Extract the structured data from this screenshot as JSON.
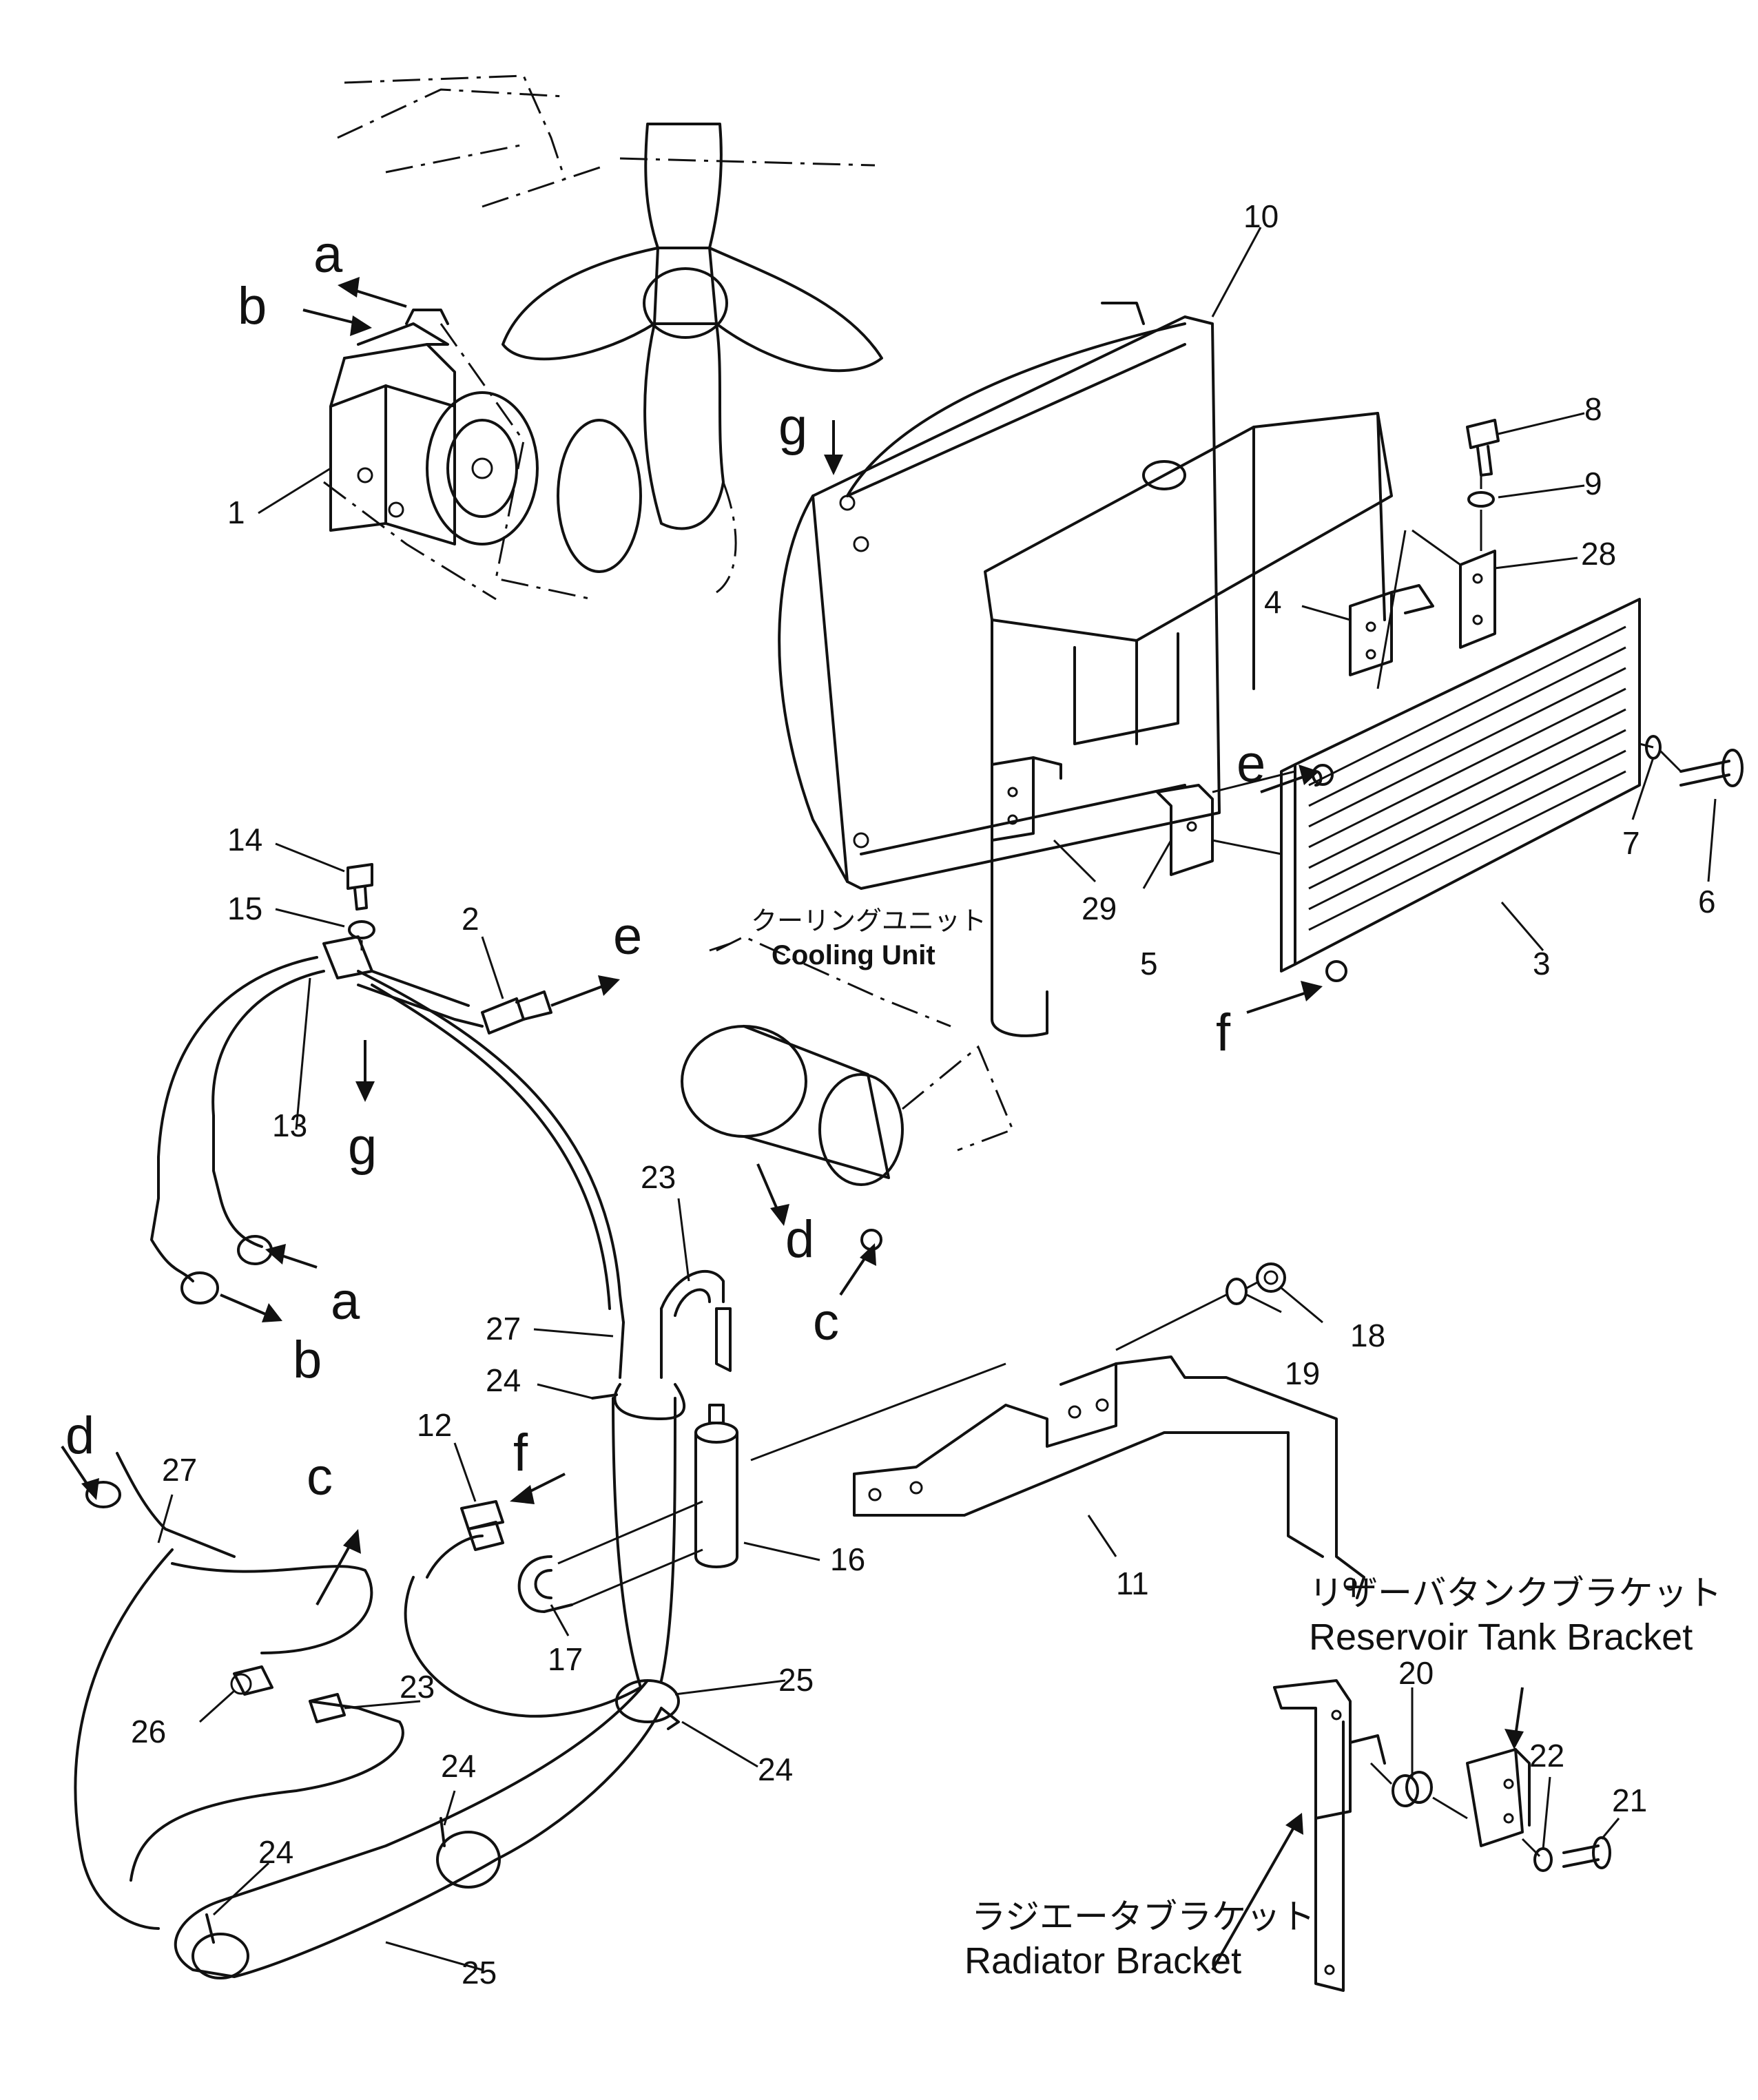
{
  "callouts": {
    "n1": "1",
    "n2": "2",
    "n3": "3",
    "n4": "4",
    "n5": "5",
    "n6": "6",
    "n7": "7",
    "n8": "8",
    "n9": "9",
    "n10": "10",
    "n11": "11",
    "n12": "12",
    "n13": "13",
    "n14": "14",
    "n15": "15",
    "n16": "16",
    "n17": "17",
    "n18": "18",
    "n19": "19",
    "n20": "20",
    "n21": "21",
    "n22": "22",
    "n23a": "23",
    "n23b": "23",
    "n24a": "24",
    "n24b": "24",
    "n24c": "24",
    "n24d": "24",
    "n25a": "25",
    "n25b": "25",
    "n26": "26",
    "n27a": "27",
    "n27b": "27",
    "n28": "28",
    "n29": "29"
  },
  "connection_letters": {
    "a_top": "a",
    "b_top": "b",
    "g_top": "g",
    "e_right": "e",
    "f_right": "f",
    "e_hose": "e",
    "g_hose": "g",
    "a_hose": "a",
    "b_hose": "b",
    "d_unit": "d",
    "c_unit": "c",
    "d_left": "d",
    "c_left": "c",
    "f_hose": "f"
  },
  "labels": {
    "cooling_unit_jp": "クーリングユニット",
    "cooling_unit_en": "Cooling Unit",
    "reservoir_bracket_jp": "リザーバタンクブラケット",
    "reservoir_bracket_en": "Reservoir Tank Bracket",
    "radiator_bracket_jp": "ラジエータブラケット",
    "radiator_bracket_en": "Radiator Bracket"
  }
}
